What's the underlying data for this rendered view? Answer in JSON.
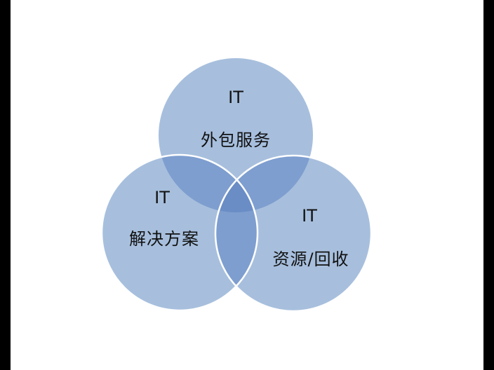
{
  "diagram": {
    "type": "venn",
    "colors": {
      "circle_fill": "#A7BFDD",
      "two_overlap_fill": "#7E9ECF",
      "three_overlap_fill": "#6A8DC6",
      "stroke": "#FFFFFF",
      "text": "#111111",
      "background": "#FFFFFF",
      "letterbox": "#000000"
    },
    "circles": [
      {
        "id": "top",
        "line1": "IT",
        "line2": "外包服务"
      },
      {
        "id": "left",
        "line1": "IT",
        "line2": "解决方案"
      },
      {
        "id": "right",
        "line1": "IT",
        "line2": "资源/回收"
      }
    ]
  }
}
